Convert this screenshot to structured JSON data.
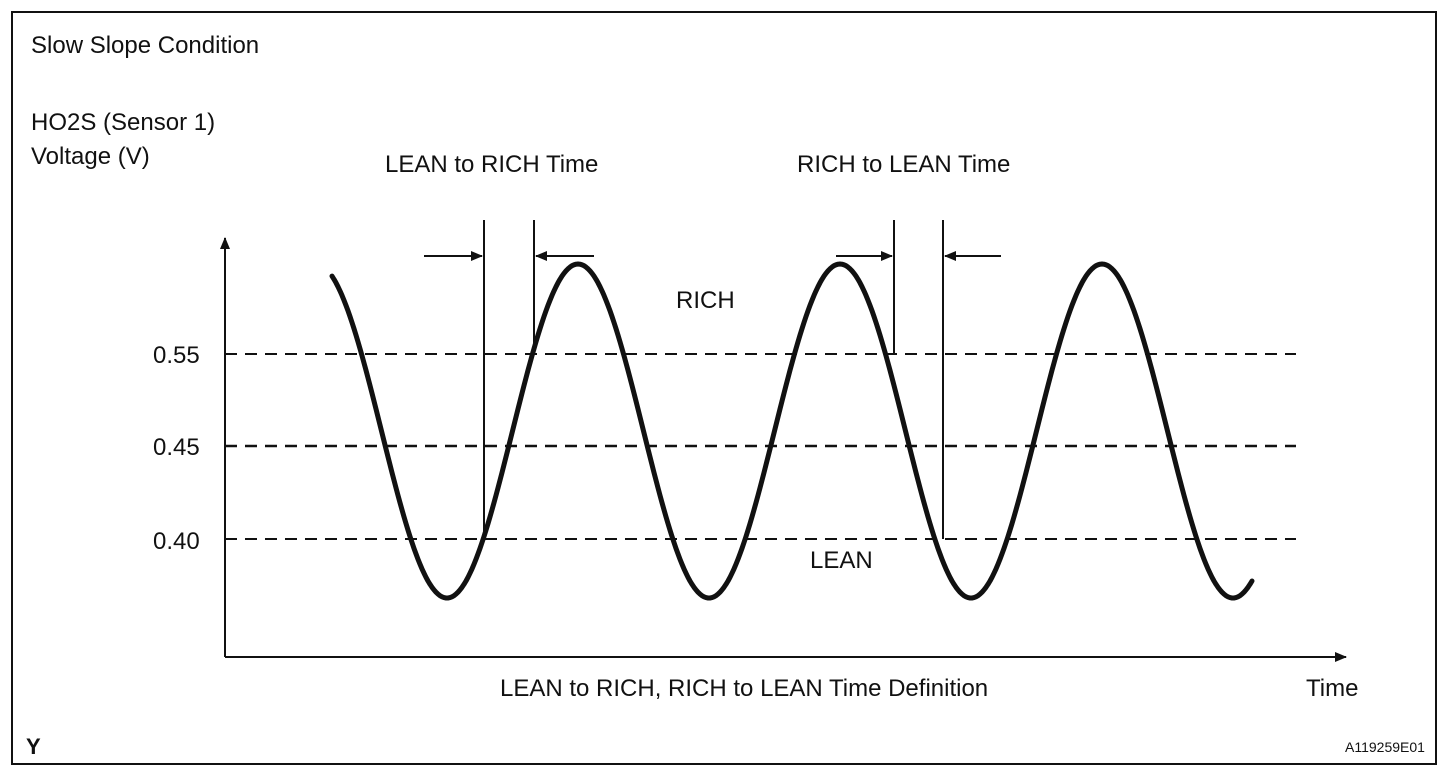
{
  "title": "Slow Slope Condition",
  "y_axis_label_line1": "HO2S (Sensor 1)",
  "y_axis_label_line2": "Voltage (V)",
  "x_axis_label": "Time",
  "caption": "LEAN to RICH, RICH to LEAN Time Definition",
  "lean_to_rich_label": "LEAN to RICH Time",
  "rich_to_lean_label": "RICH to LEAN Time",
  "rich_label": "RICH",
  "lean_label": "LEAN",
  "corner_mark": "Y",
  "figure_id": "A119259E01",
  "thresholds": [
    {
      "value": 0.55,
      "label": "0.55"
    },
    {
      "value": 0.45,
      "label": "0.45"
    },
    {
      "value": 0.4,
      "label": "0.40"
    }
  ],
  "colors": {
    "line": "#111111",
    "background": "#ffffff"
  }
}
